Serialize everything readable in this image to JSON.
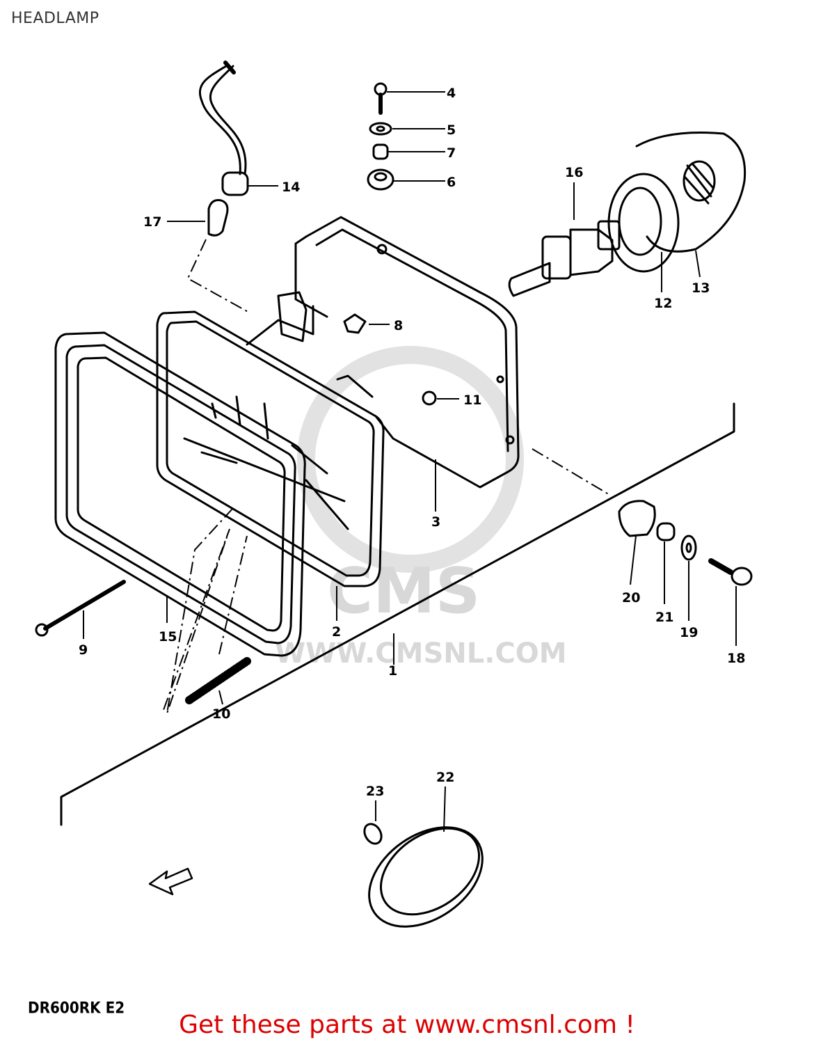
{
  "title": "HEADLAMP",
  "model_code": "DR600RK E2",
  "promo_text": "Get these parts at www.cmsnl.com !",
  "watermark": {
    "brand": "CMS",
    "url": "WWW.CMSNL.COM"
  },
  "callouts": {
    "p1": "1",
    "p2": "2",
    "p3": "3",
    "p4": "4",
    "p5": "5",
    "p6": "6",
    "p7": "7",
    "p8": "8",
    "p9": "9",
    "p10": "10",
    "p11": "11",
    "p12": "12",
    "p13": "13",
    "p14": "14",
    "p15": "15",
    "p16": "16",
    "p17": "17",
    "p18": "18",
    "p19": "19",
    "p20": "20",
    "p21": "21",
    "p22": "22",
    "p23": "23"
  },
  "colors": {
    "line": "#000000",
    "promo": "#dd0000",
    "watermark": "#d8d8d8"
  }
}
